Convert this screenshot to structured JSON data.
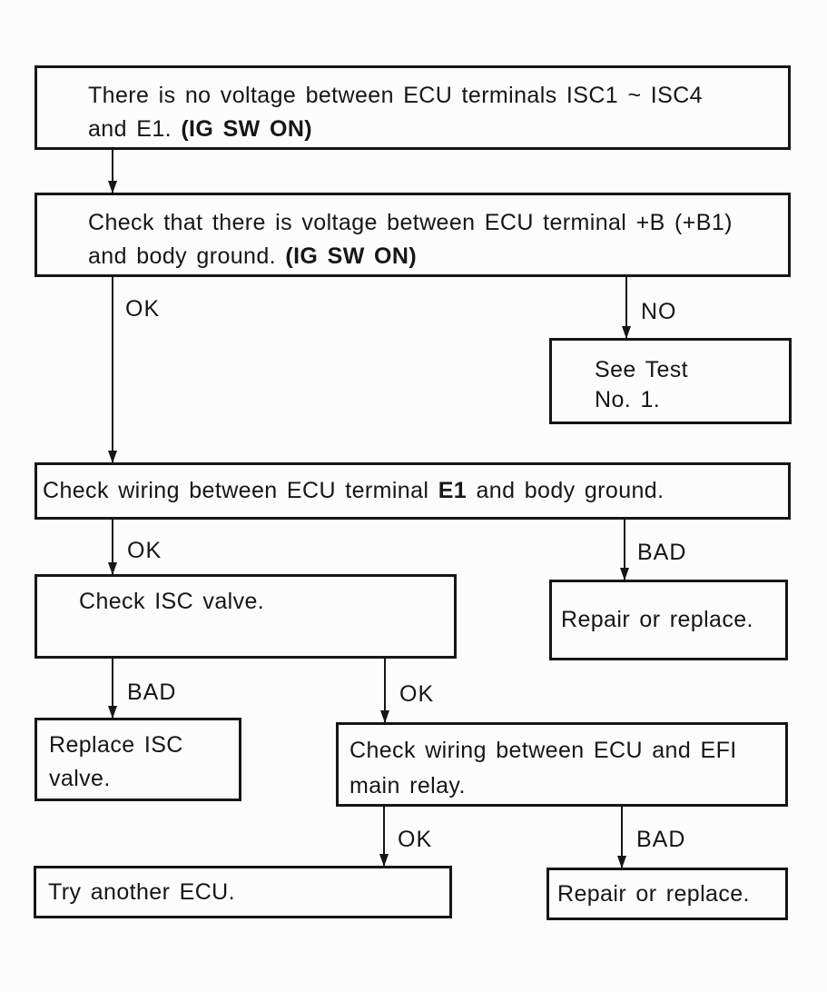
{
  "flowchart": {
    "colors": {
      "ink": "#161616",
      "background": "#fcfcfc"
    },
    "nodes": {
      "start": {
        "line1": "There is no voltage between ECU terminals ISC1 ~ ISC4",
        "line2_text": "and E1. ",
        "line2_bold": "(IG SW ON)"
      },
      "check_voltage": {
        "line1": "Check that there is voltage between ECU terminal +B (+B1)",
        "line2_text": "and body ground. ",
        "line2_bold": "(IG SW ON)"
      },
      "see_test": {
        "line1": "See Test",
        "line2": "No. 1."
      },
      "check_wiring_e1": {
        "seg1": "Check wiring between ECU terminal ",
        "seg2_bold": "E1",
        "seg3": " and body ground."
      },
      "check_isc_valve": {
        "text": "Check ISC valve."
      },
      "repair_replace_top": {
        "text": "Repair or replace."
      },
      "replace_isc_valve": {
        "line1": "Replace ISC",
        "line2": "valve."
      },
      "check_wiring_efi": {
        "line1": "Check wiring between ECU and EFI",
        "line2": "main relay."
      },
      "try_another_ecu": {
        "text": "Try another ECU."
      },
      "repair_replace_bottom": {
        "text": "Repair or replace."
      }
    },
    "edge_labels": {
      "voltage_ok": "OK",
      "voltage_no": "NO",
      "wiring_e1_ok": "OK",
      "wiring_e1_bad": "BAD",
      "isc_valve_bad": "BAD",
      "isc_valve_ok": "OK",
      "wiring_efi_ok": "OK",
      "wiring_efi_bad": "BAD"
    }
  }
}
